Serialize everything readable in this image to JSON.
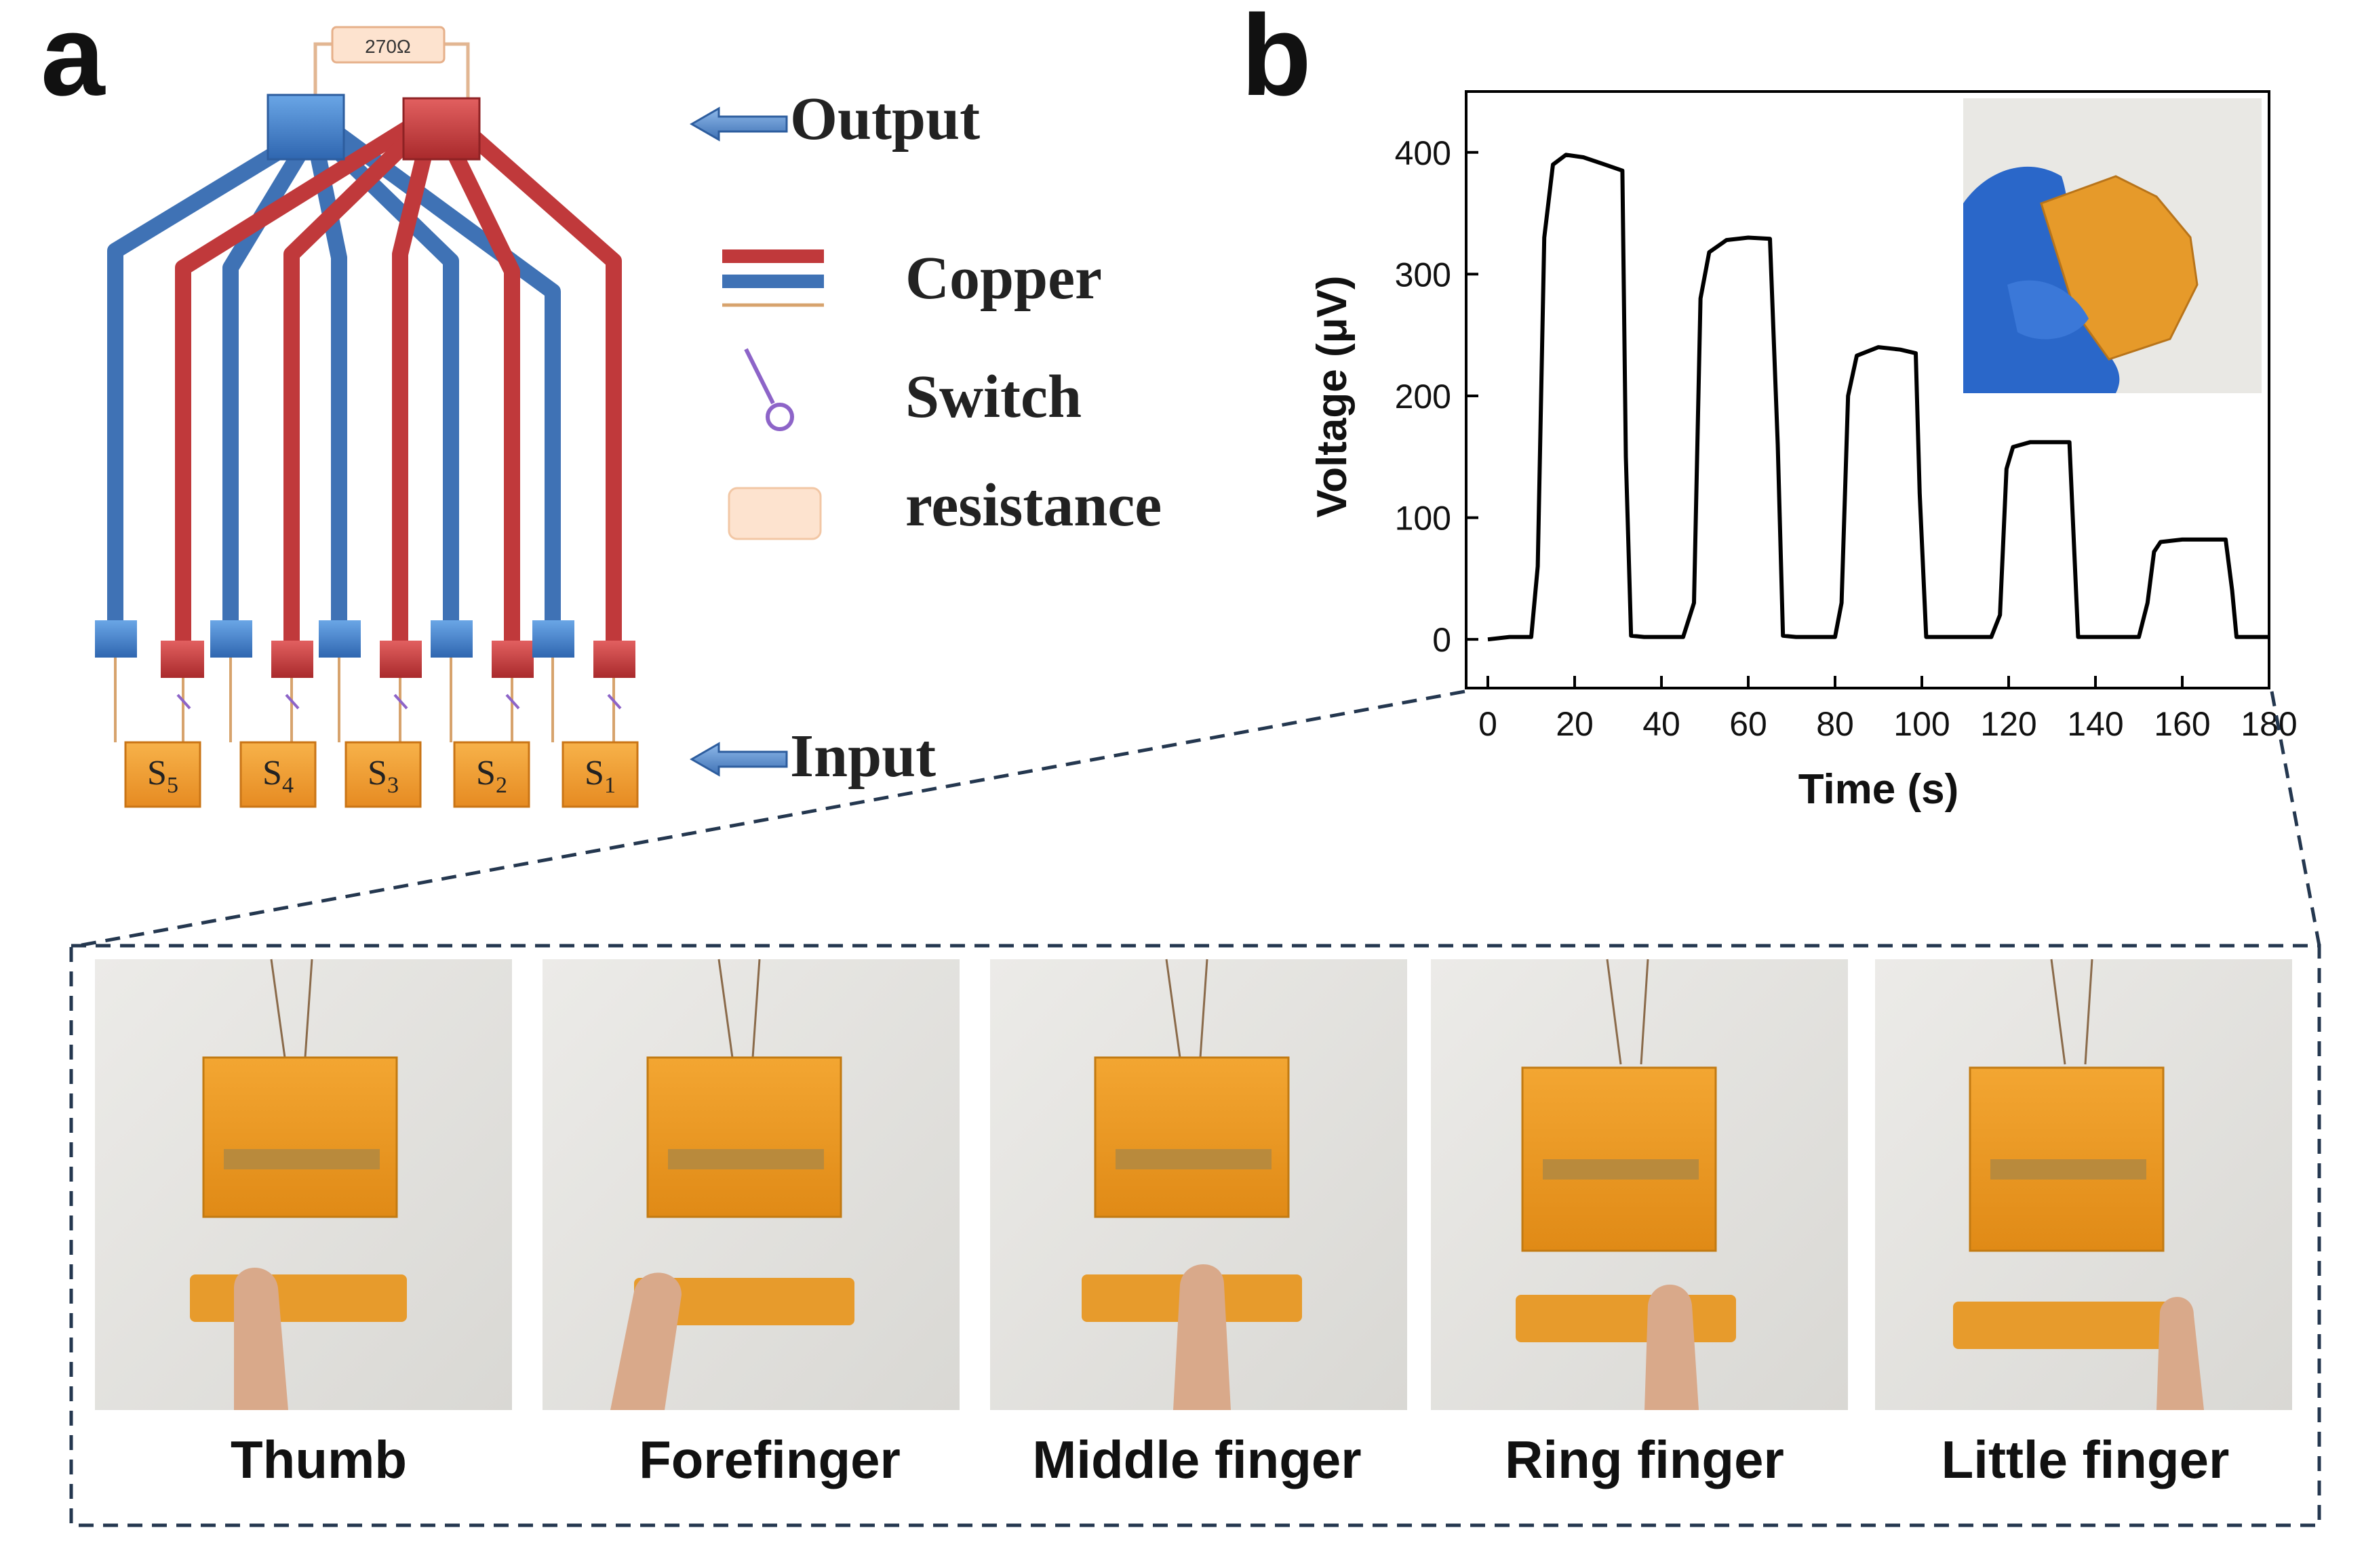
{
  "panel_a": {
    "label": "a",
    "resistor_value": "270Ω",
    "legend": {
      "output": "Output",
      "copper": "Copper",
      "switch": "Switch",
      "resistance": "resistance",
      "input": "Input"
    },
    "sensors": [
      {
        "base": "S",
        "sub": "5"
      },
      {
        "base": "S",
        "sub": "4"
      },
      {
        "base": "S",
        "sub": "3"
      },
      {
        "base": "S",
        "sub": "2"
      },
      {
        "base": "S",
        "sub": "1"
      }
    ],
    "colors": {
      "blue_wire": "#3f72b5",
      "red_wire": "#c0393b",
      "sensor_fill": "#f2a43b",
      "resistor_fill": "#fde3cf",
      "switch": "#8d64c8"
    }
  },
  "panel_b": {
    "label": "b"
  },
  "chart_data": {
    "type": "line",
    "xlabel": "Time (s)",
    "ylabel": "Voltage (μV)",
    "xlim": [
      -5,
      180
    ],
    "ylim": [
      -40,
      450
    ],
    "xticks": [
      0,
      20,
      40,
      60,
      80,
      100,
      120,
      140,
      160,
      180
    ],
    "yticks": [
      0,
      100,
      200,
      300,
      400
    ],
    "x": [
      0,
      5,
      10,
      11.5,
      13,
      15,
      18,
      22,
      27,
      31,
      31.8,
      33,
      36,
      40,
      45,
      47.5,
      49,
      51,
      55,
      60,
      65,
      66.8,
      68,
      71,
      75,
      80,
      81.5,
      83,
      85,
      90,
      95,
      98.6,
      99.5,
      101,
      104,
      110,
      116,
      118,
      119.5,
      121,
      125,
      130,
      134,
      136,
      138,
      145,
      150,
      152,
      153.5,
      155,
      160,
      165,
      170,
      171.5,
      172.5,
      175,
      180
    ],
    "y": [
      0,
      2,
      2,
      60,
      330,
      390,
      398,
      396,
      390,
      385,
      150,
      3,
      2,
      2,
      2,
      30,
      280,
      318,
      328,
      330,
      329,
      160,
      3,
      2,
      2,
      2,
      30,
      200,
      233,
      240,
      238,
      235,
      120,
      2,
      2,
      2,
      2,
      20,
      140,
      158,
      162,
      162,
      162,
      2,
      2,
      2,
      2,
      30,
      72,
      80,
      82,
      82,
      82,
      40,
      2,
      2,
      2
    ],
    "grid": false,
    "inset": "photo"
  },
  "bottom": {
    "labels": [
      "Thumb",
      "Forefinger",
      "Middle finger",
      "Ring finger",
      "Little finger"
    ]
  }
}
